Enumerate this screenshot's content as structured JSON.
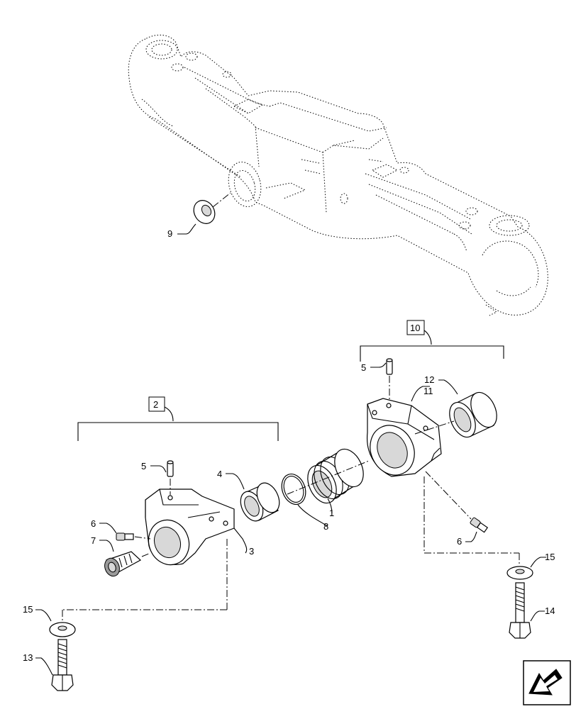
{
  "callouts": {
    "c1": "1",
    "c2": "2",
    "c3": "3",
    "c4": "4",
    "c5a": "5",
    "c5b": "5",
    "c6a": "6",
    "c6b": "6",
    "c7": "7",
    "c8": "8",
    "c9": "9",
    "c10": "10",
    "c11": "11",
    "c12": "12",
    "c13": "13",
    "c14": "14",
    "c15a": "15",
    "c15b": "15"
  },
  "icons": {
    "corner": "next-page-arrow-icon"
  }
}
